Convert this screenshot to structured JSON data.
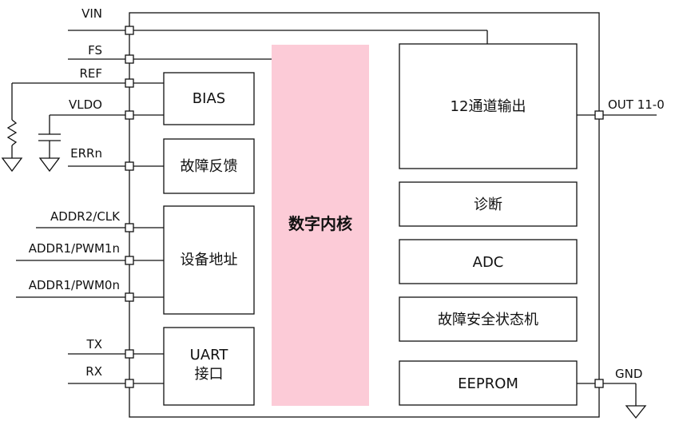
{
  "pins": {
    "vin": "VIN",
    "fs": "FS",
    "ref": "REF",
    "vldo": "VLDO",
    "errn": "ERRn",
    "addr2": "ADDR2/CLK",
    "addr1_pwm1": "ADDR1/PWM1n",
    "addr1_pwm0": "ADDR1/PWM0n",
    "tx": "TX",
    "rx": "RX",
    "out": "OUT 11-0",
    "gnd": "GND"
  },
  "blocks": {
    "bias": "BIAS",
    "fault_feedback": "故障反馈",
    "device_address": "设备地址",
    "uart_line1": "UART",
    "uart_line2": "接口",
    "digital_core": "数字内核",
    "output_12ch": "12通道输出",
    "diagnostics": "诊断",
    "adc": "ADC",
    "fail_safe": "故障安全状态机",
    "eeprom": "EEPROM"
  },
  "colors": {
    "core_fill": "#fccbd7",
    "line": "#111111"
  }
}
